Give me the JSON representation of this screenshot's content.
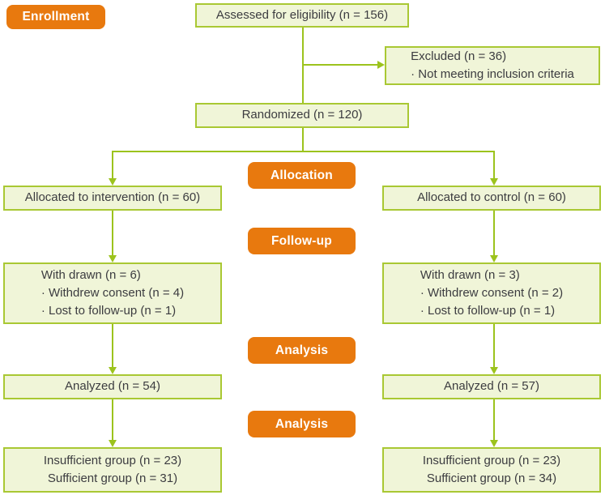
{
  "colors": {
    "accent_orange": "#E8790E",
    "box_fill": "#F0F5D8",
    "box_border": "#A9C833",
    "line_green": "#9CC31D",
    "text_color": "#3C3C40",
    "badge_text": "#FFFFFF"
  },
  "badges": {
    "enrollment": "Enrollment",
    "allocation": "Allocation",
    "follow_up": "Follow-up",
    "analysis_1": "Analysis",
    "analysis_2": "Analysis"
  },
  "boxes": {
    "assessed": {
      "line1": "Assessed for eligibility (n = 156)"
    },
    "excluded": {
      "line1": "Excluded (n = 36)",
      "line2": "· Not meeting inclusion criteria"
    },
    "randomized": {
      "line1": "Randomized (n = 120)"
    },
    "allocated_intervention": {
      "line1": "Allocated to intervention (n = 60)"
    },
    "allocated_control": {
      "line1": "Allocated to control (n = 60)"
    },
    "withdrawn_intervention": {
      "line1": "With drawn (n = 6)",
      "line2": "· Withdrew consent (n = 4)",
      "line3": "· Lost to follow-up (n = 1)"
    },
    "withdrawn_control": {
      "line1": "With drawn (n = 3)",
      "line2": "· Withdrew consent (n = 2)",
      "line3": "· Lost to follow-up (n = 1)"
    },
    "analyzed_intervention": {
      "line1": "Analyzed (n = 54)"
    },
    "analyzed_control": {
      "line1": "Analyzed (n = 57)"
    },
    "final_intervention": {
      "line1": "Insufficient group (n = 23)",
      "line2": "Sufficient group (n = 31)"
    },
    "final_control": {
      "line1": "Insufficient group (n = 23)",
      "line2": "Sufficient group (n = 34)"
    }
  }
}
